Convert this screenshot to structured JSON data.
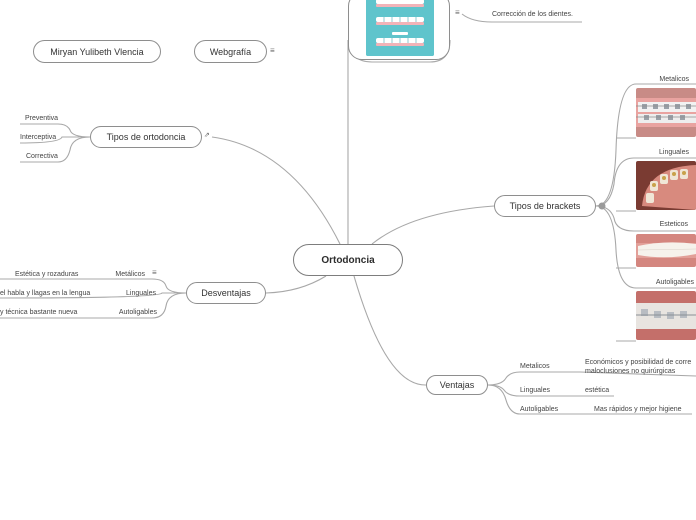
{
  "central": "Ortodoncia",
  "author": "Miryan Yulibeth Vlencia",
  "webgrafia": "Webgrafía",
  "top_note": "Corrección de los dientes.",
  "tipos_ortodoncia": {
    "title": "Tipos de ortodoncia",
    "items": [
      "Preventiva",
      "Interceptiva",
      "Correctiva"
    ]
  },
  "desventajas": {
    "title": "Desventajas",
    "rows": [
      {
        "label": "Metálicos",
        "detail": "Estética y rozaduras"
      },
      {
        "label": "Linguales",
        "detail": "el habla y llagas en la lengua"
      },
      {
        "label": "Autoligables",
        "detail": "y técnica bastante nueva"
      }
    ]
  },
  "tipos_brackets": {
    "title": "Tipos de brackets",
    "items": [
      "Metalicos",
      "Linguales",
      "Esteticos",
      "Autoligables"
    ]
  },
  "ventajas": {
    "title": "Ventajas",
    "rows": [
      {
        "label": "Metalicos",
        "detail_line1": "Económicos y posibilidad de corre",
        "detail_line2": "maloclusiones no quirúrgicas"
      },
      {
        "label": "Linguales",
        "detail_line1": "estética",
        "detail_line2": ""
      },
      {
        "label": "Autoligables",
        "detail_line1": "Mas rápidos y mejor higiene",
        "detail_line2": ""
      }
    ]
  },
  "icons": {
    "note": "notes-icon",
    "link": "external-link-icon"
  },
  "colors": {
    "line": "#a8a8a8",
    "node_border": "#8e8e8e",
    "teal_image": "#5fc4cc"
  }
}
